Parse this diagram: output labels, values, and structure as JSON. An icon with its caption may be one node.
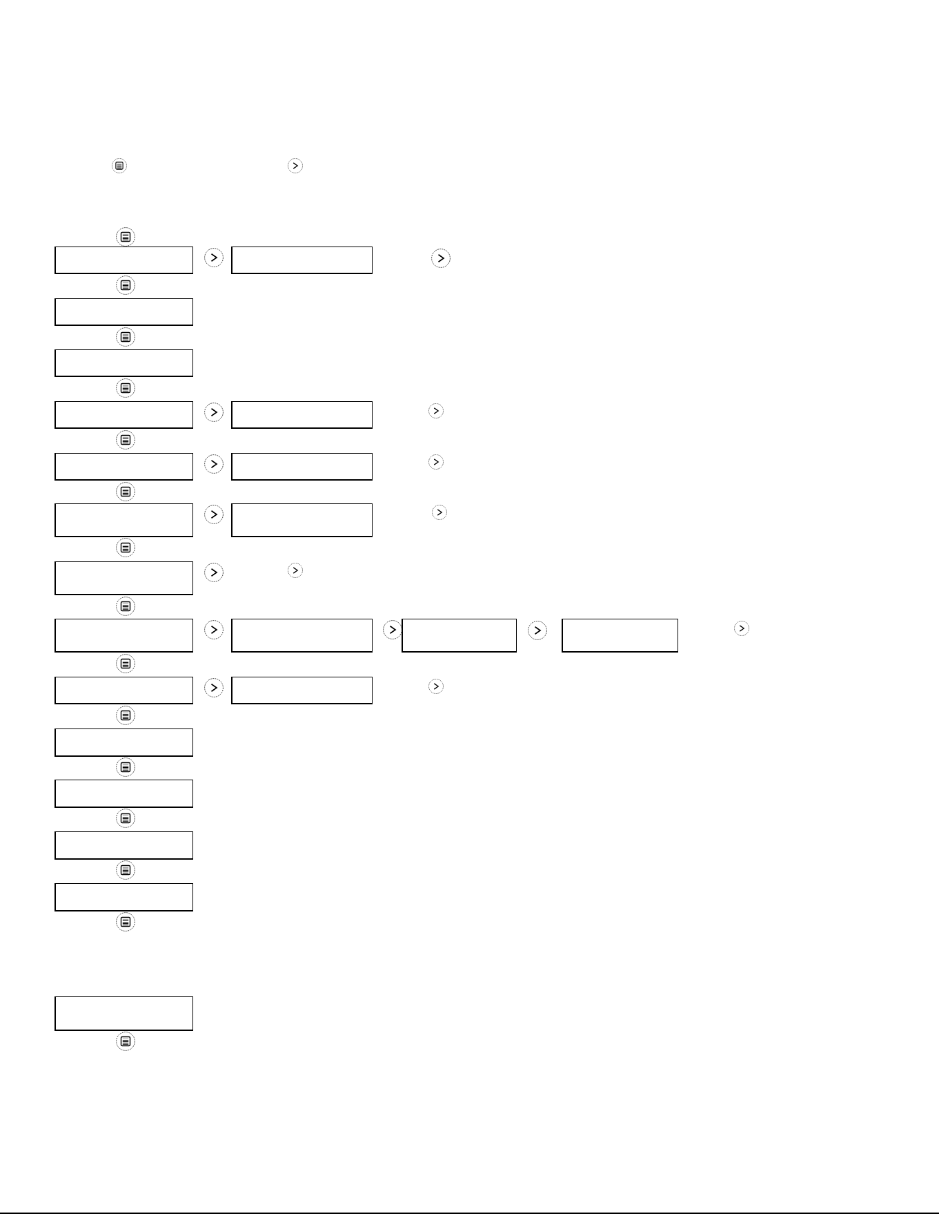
{
  "diagram": {
    "nodes": [
      {
        "text": [],
        "shape": "box"
      },
      {
        "text": [],
        "shape": "box"
      },
      {
        "text": [],
        "shape": "box"
      },
      {
        "text": [],
        "shape": "box"
      },
      {
        "text": [],
        "shape": "box"
      },
      {
        "text": [],
        "shape": "box"
      },
      {
        "text": [],
        "shape": "box"
      },
      {
        "text": [],
        "shape": "box"
      },
      {
        "text": [],
        "shape": "box"
      },
      {
        "text": [],
        "shape": "box"
      },
      {
        "text": [],
        "shape": "box"
      },
      {
        "text": [],
        "shape": "box"
      },
      {
        "text": [],
        "shape": "box"
      },
      {
        "text": [],
        "shape": "box"
      },
      {
        "text": [],
        "shape": "box"
      },
      {
        "text": [],
        "shape": "box"
      },
      {
        "text": [],
        "shape": "box"
      },
      {
        "text": [],
        "shape": "box"
      },
      {
        "text": [],
        "shape": "box"
      },
      {
        "text": [],
        "shape": "box"
      },
      {
        "text": [],
        "shape": "box"
      },
      {
        "text": [],
        "shape": "box"
      }
    ]
  }
}
